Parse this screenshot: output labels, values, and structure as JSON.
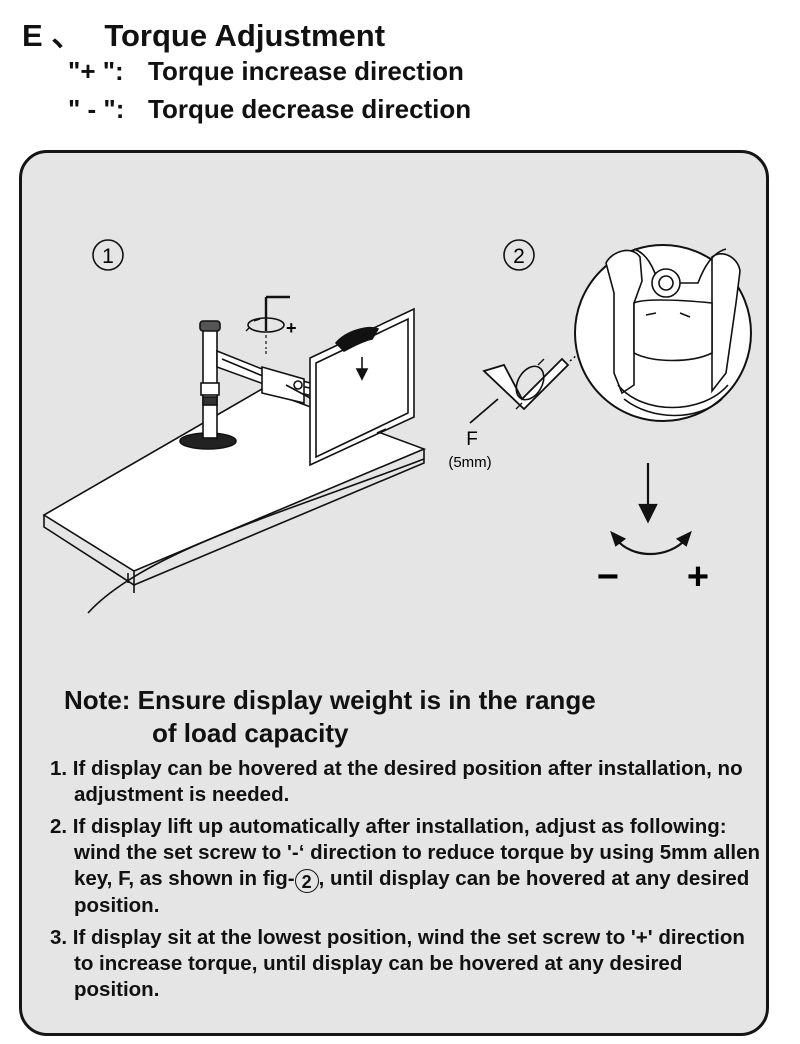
{
  "header": {
    "section_letter": "E",
    "separator": "、",
    "title": "Torque Adjustment"
  },
  "legend": [
    {
      "symbol": "\"+ \":",
      "text": "Torque increase direction"
    },
    {
      "symbol": "\" - \":",
      "text": "Torque decrease direction"
    }
  ],
  "figure": {
    "fig1_label": "①",
    "fig2_label": "②",
    "tool_label": "F",
    "tool_size": "(5mm)",
    "plus_sign": "+",
    "minus_sign": "−"
  },
  "note": {
    "title_line1": "Note: Ensure display weight is in the range",
    "title_line2": "of load capacity",
    "items": [
      {
        "text": "1. If display can be hovered at the desired position after installation, no adjustment is needed."
      },
      {
        "text_before": "2. If display lift up automatically after installation, adjust as following: wind the set screw to '-‘ direction to reduce torque by using 5mm allen key, F, as shown in fig-",
        "fig_ref": "2",
        "text_after": ", until display can be hovered at any desired position."
      },
      {
        "text": "3. If display sit at the lowest position, wind the set screw to '+' direction to increase torque, until display can be hovered at any desired position."
      }
    ]
  },
  "colors": {
    "panel_background": "#e5e5e5",
    "ink": "#111111"
  }
}
